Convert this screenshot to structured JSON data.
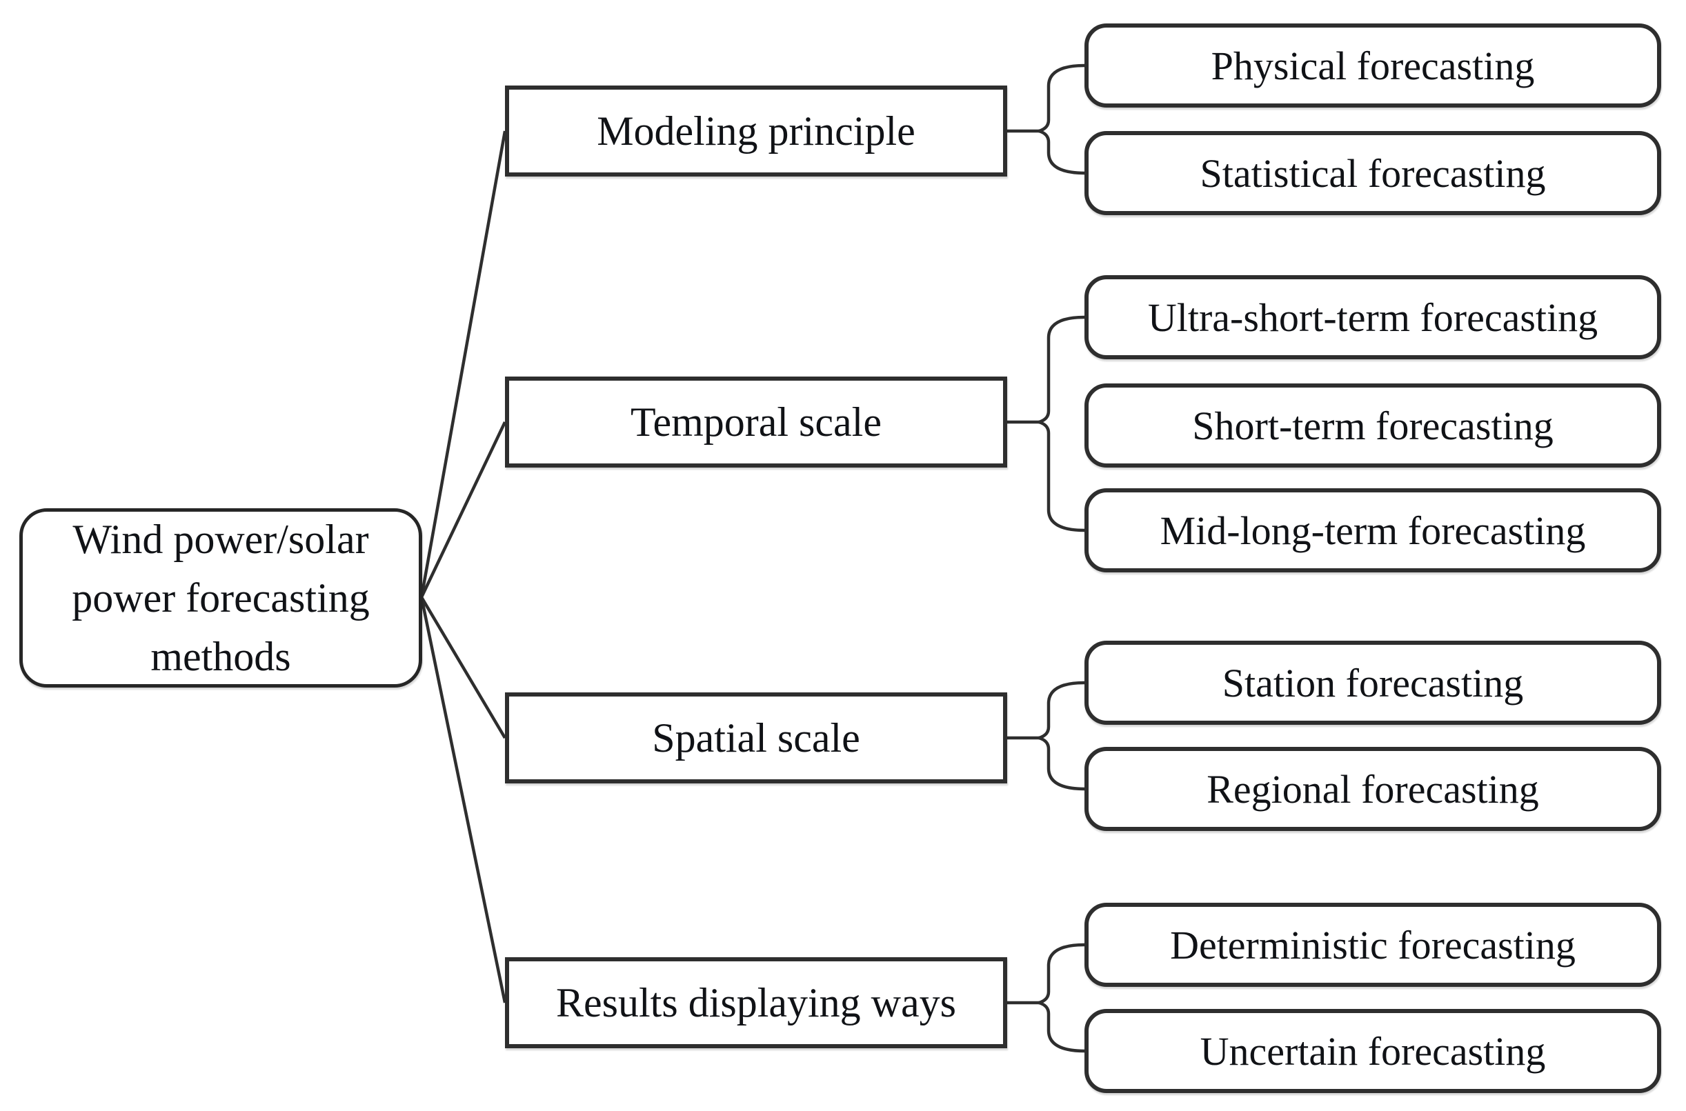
{
  "diagram": {
    "root": {
      "label": "Wind power/solar\npower forecasting\nmethods"
    },
    "branches": [
      {
        "label": "Modeling principle",
        "children": [
          {
            "label": "Physical forecasting"
          },
          {
            "label": "Statistical forecasting"
          }
        ]
      },
      {
        "label": "Temporal scale",
        "children": [
          {
            "label": "Ultra-short-term forecasting"
          },
          {
            "label": "Short-term forecasting"
          },
          {
            "label": "Mid-long-term forecasting"
          }
        ]
      },
      {
        "label": "Spatial scale",
        "children": [
          {
            "label": "Station forecasting"
          },
          {
            "label": "Regional forecasting"
          }
        ]
      },
      {
        "label": "Results displaying ways",
        "children": [
          {
            "label": "Deterministic forecasting"
          },
          {
            "label": "Uncertain forecasting"
          }
        ]
      }
    ],
    "colors": {
      "line": "#2e2e2e",
      "border": "#2e2e2e",
      "text": "#101216",
      "background": "#ffffff"
    }
  }
}
